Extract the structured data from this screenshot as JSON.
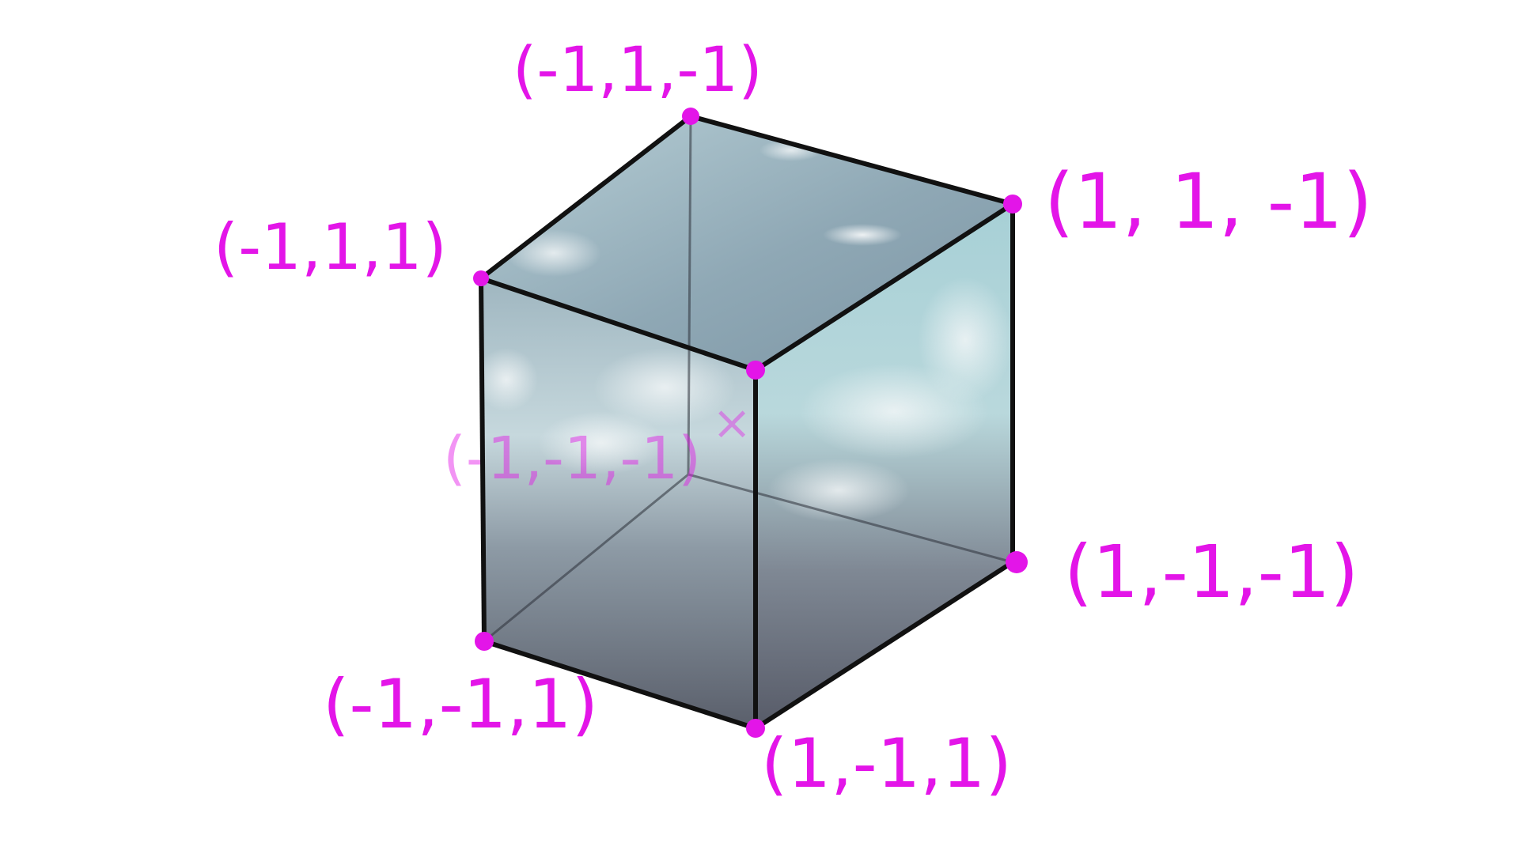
{
  "colors": {
    "label": "#e315e8",
    "edge": "#111111",
    "sky_light": "#a9cdd4",
    "sky_mid": "#7d9aa6",
    "storm_dark": "#555a66"
  },
  "vertices": [
    {
      "id": "v_m1_p1_m1",
      "label": "(-1,1,-1)",
      "hidden": false
    },
    {
      "id": "v_p1_p1_m1",
      "label": "(1, 1, -1)",
      "hidden": false
    },
    {
      "id": "v_m1_p1_p1",
      "label": "(-1,1,1)",
      "hidden": false
    },
    {
      "id": "v_m1_m1_m1",
      "label": "(-1,-1,-1)",
      "hidden": true
    },
    {
      "id": "v_p1_m1_m1",
      "label": "(1,-1,-1)",
      "hidden": false
    },
    {
      "id": "v_m1_m1_p1",
      "label": "(-1,-1,1)",
      "hidden": false
    },
    {
      "id": "v_p1_m1_p1",
      "label": "(1,-1,1)",
      "hidden": false
    }
  ],
  "center_mark": "×"
}
